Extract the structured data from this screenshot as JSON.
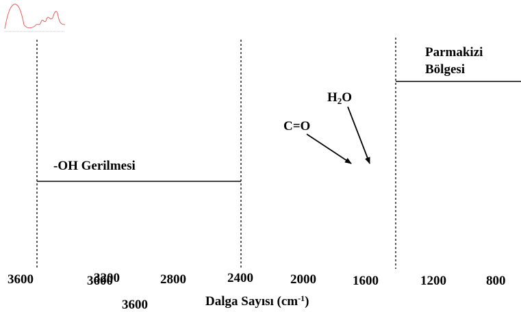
{
  "colors": {
    "ink": "#000000",
    "thumbnail_line": "#e06060"
  },
  "thumbnail": {
    "icon": "ir-spectrum-thumbnail-icon"
  },
  "annotations": {
    "oh_stretch": "-OH Gerilmesi",
    "fingerprint_line1": "Parmakizi",
    "fingerprint_line2": "Bölgesi",
    "carbonyl": "C=O",
    "water_main": "H",
    "water_sub": "2",
    "water_tail": "O"
  },
  "axis": {
    "ticks": [
      "3600",
      "3600",
      "3200",
      "2800",
      "2400",
      "2000",
      "1600",
      "1200",
      "800"
    ],
    "extra_tick": "3600",
    "title_main": "Dalga Sayısı (cm",
    "title_sup": "-1",
    "title_close": ")"
  }
}
